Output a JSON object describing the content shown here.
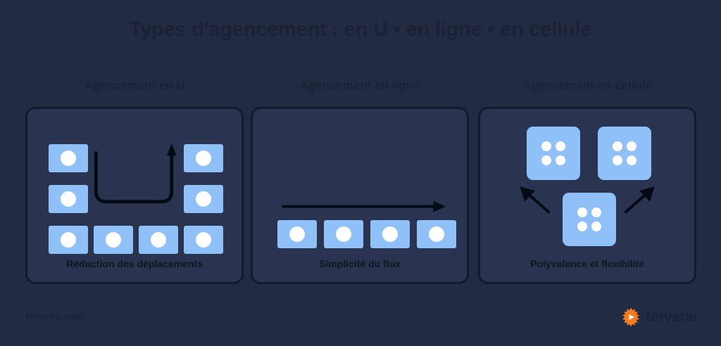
{
  "title": "Types d'agencement : en U • en ligne • en cellule",
  "colors": {
    "background": "#232b42",
    "panel_fill": "#2a3350",
    "panel_border": "#131a2b",
    "station_blue": "#8fc0f8",
    "dot_white": "#ffffff",
    "dark_text": "#1b2236",
    "arrow_black": "#050a14",
    "logo_orange": "#f47b20"
  },
  "panels": [
    {
      "heading": "Agencement en U",
      "caption": "Réduction des déplacements",
      "layout": "u-shape",
      "station_count": 8,
      "flow_arrow": "u-turn-path"
    },
    {
      "heading": "Agencement en ligne",
      "caption": "Simplicité du flux",
      "layout": "line",
      "station_count": 4,
      "flow_arrow": "straight-right"
    },
    {
      "heading": "Agencement en cellule",
      "caption": "Polyvalence et flexibilité",
      "layout": "cell",
      "station_count": 3,
      "dots_per_cell": 4,
      "flow_arrow": "diagonal-up-left-and-up-right"
    }
  ],
  "footer": {
    "url": "tervene.com",
    "logo_text": "tervene",
    "logo_icon": "tervene-burst-play-icon"
  }
}
